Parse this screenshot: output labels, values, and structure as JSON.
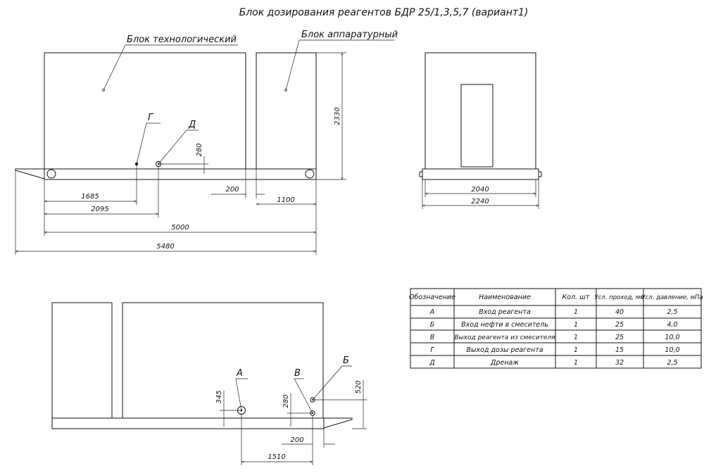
{
  "title": "Блок дозирования реагентов БДР 25/1,3,5,7 (вариант1)",
  "labels": {
    "tech_block": "Блок технологический",
    "app_block": "Блок аппаратурный",
    "G": "Г",
    "D": "Д",
    "A": "А",
    "V": "В",
    "B": "Б"
  },
  "dimensions": {
    "d2330": "2330",
    "d280_top": "280",
    "d200_top": "200",
    "d1100": "1100",
    "d1685": "1685",
    "d2095": "2095",
    "d5000": "5000",
    "d5480": "5480",
    "d2040": "2040",
    "d2240": "2240",
    "d345": "345",
    "d280_bottom": "280",
    "d520": "520",
    "d200_bottom": "200",
    "d1510": "1510"
  },
  "table": {
    "headers": [
      "Обозначение",
      "Наименование",
      "Кол. шт",
      "Усл. проход, мм",
      "Усл. давление, мПа"
    ],
    "rows": [
      [
        "А",
        "Вход реагента",
        "1",
        "40",
        "2,5"
      ],
      [
        "Б",
        "Вход нефти в смеситель",
        "1",
        "25",
        "4,0"
      ],
      [
        "В",
        "Выход реагента из смесителя",
        "1",
        "25",
        "10,0"
      ],
      [
        "Г",
        "Выход дозы реагента",
        "1",
        "15",
        "10,0"
      ],
      [
        "Д",
        "Дренаж",
        "1",
        "32",
        "2,5"
      ]
    ]
  }
}
